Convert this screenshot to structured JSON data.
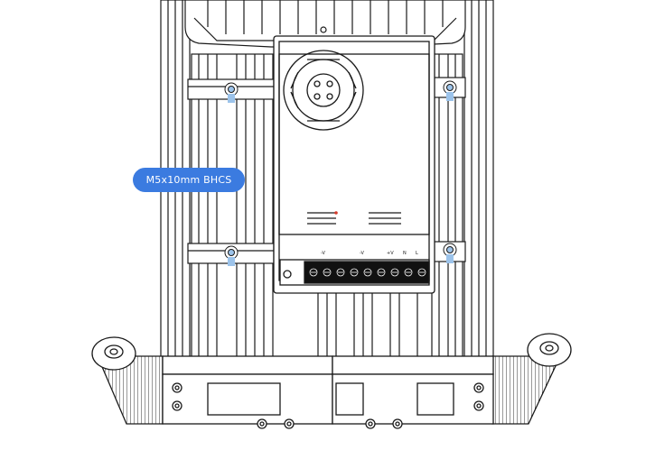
{
  "diagram": {
    "callout_label": "M5x10mm BHCS",
    "callout_color": "#3b7be0",
    "highlight_screw_color": "#9cc3ea",
    "line_color": "#1a1a1a",
    "terminal_labels": [
      "-V",
      "-V",
      "+V",
      "N",
      "L"
    ]
  }
}
